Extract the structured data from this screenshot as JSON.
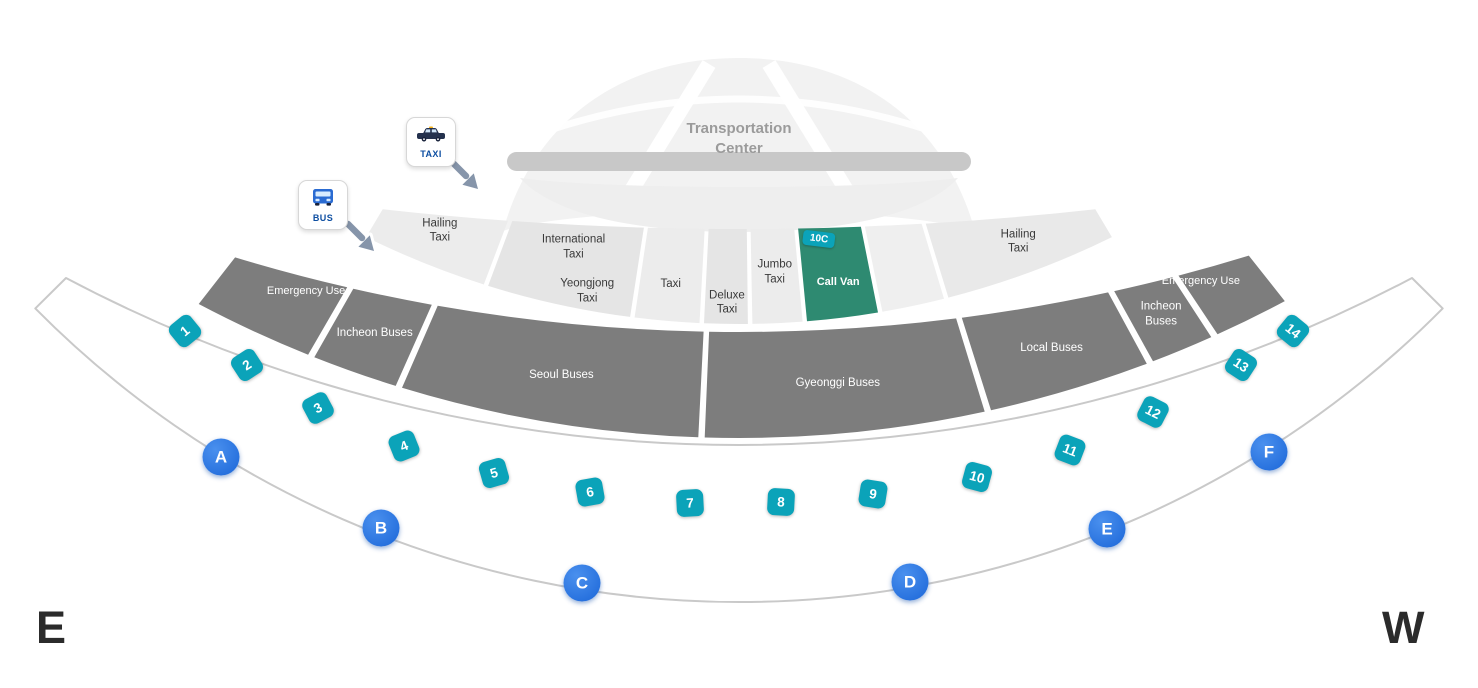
{
  "map_title": {
    "l1": "Transportation",
    "l2": "Center"
  },
  "compass": {
    "east": "E",
    "west": "W"
  },
  "legend": {
    "taxi_label": "TAXI",
    "bus_label": "BUS"
  },
  "zones": {
    "hailing_left": {
      "l1": "Hailing",
      "l2": "Taxi"
    },
    "international": {
      "l1": "International",
      "l2": "Taxi"
    },
    "yeongjong": {
      "l1": "Yeongjong",
      "l2": "Taxi"
    },
    "taxi": {
      "l1": "Taxi"
    },
    "deluxe": {
      "l1": "Deluxe",
      "l2": "Taxi"
    },
    "jumbo": {
      "l1": "Jumbo",
      "l2": "Taxi"
    },
    "call_van": {
      "l1": "Call Van"
    },
    "hailing_right": {
      "l1": "Hailing",
      "l2": "Taxi"
    },
    "emergency_left": {
      "l1": "Emergency Use"
    },
    "incheon_left": {
      "l1": "Incheon Buses"
    },
    "seoul": {
      "l1": "Seoul Buses"
    },
    "gyeonggi": {
      "l1": "Gyeonggi Buses"
    },
    "local": {
      "l1": "Local Buses"
    },
    "incheon_right": {
      "l1": "Incheon",
      "l2": "Buses"
    },
    "emergency_right": {
      "l1": "Emergency Use"
    }
  },
  "gate_badge": "10C",
  "stops": [
    "1",
    "2",
    "3",
    "4",
    "5",
    "6",
    "7",
    "8",
    "9",
    "10",
    "11",
    "12",
    "13",
    "14"
  ],
  "doors": [
    "A",
    "B",
    "C",
    "D",
    "E",
    "F"
  ],
  "colors": {
    "stop_badge": "#0ba3b9",
    "door_badge": "#1b66d8",
    "call_van_zone": "#2e8a71",
    "bus_zone": "#7d7d7d",
    "taxi_zone": "#ececec"
  }
}
